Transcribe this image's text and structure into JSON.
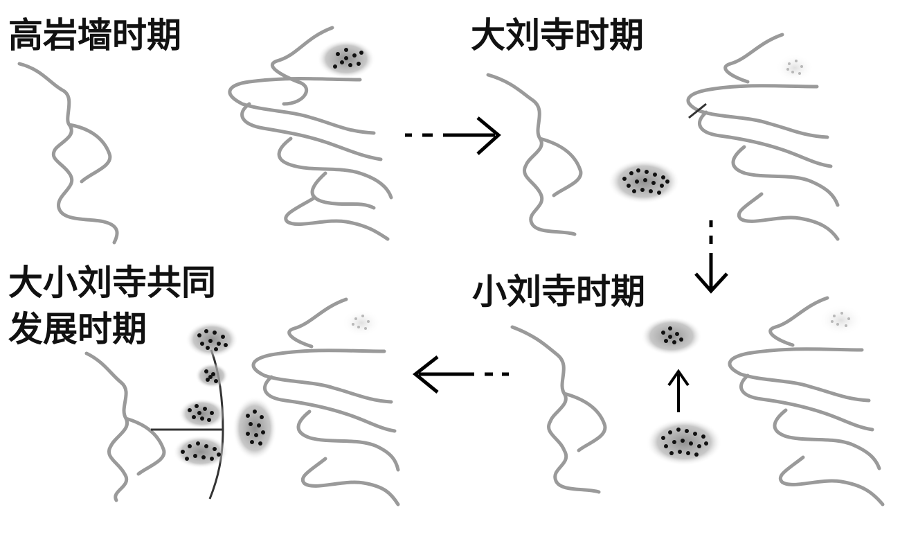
{
  "panels": [
    {
      "id": "p1",
      "label_lines": [
        "高岩墙时期"
      ]
    },
    {
      "id": "p2",
      "label_lines": [
        "大刘寺时期"
      ]
    },
    {
      "id": "p3",
      "label_lines": [
        "小刘寺时期"
      ]
    },
    {
      "id": "p4",
      "label_lines": [
        "大小刘寺共同",
        "发展时期"
      ]
    }
  ],
  "colors": {
    "river": "#9a9a9a",
    "settlement_dot": "#111111",
    "settlement_halo": "#8a8a8a",
    "arrow": "#000000"
  },
  "settlements": [
    {
      "panel": "p1",
      "name": "settlement-high-rock-wall",
      "density": "strong",
      "dots": 9
    },
    {
      "panel": "p2",
      "name": "settlement-faded-origin",
      "density": "faint",
      "dots": 10
    },
    {
      "panel": "p2",
      "name": "settlement-da-liu-si",
      "density": "strong",
      "dots": 22
    },
    {
      "panel": "p3",
      "name": "settlement-faded-origin",
      "density": "faint",
      "dots": 10
    },
    {
      "panel": "p3",
      "name": "settlement-xiao-liu-si",
      "density": "strong",
      "dots": 7
    },
    {
      "panel": "p3",
      "name": "settlement-da-liu-si",
      "density": "strong",
      "dots": 22
    },
    {
      "panel": "p4",
      "name": "settlement-faded-origin",
      "density": "faint",
      "dots": 10
    },
    {
      "panel": "p4",
      "name": "settlement-cluster-top",
      "density": "strong",
      "dots": 12
    },
    {
      "panel": "p4",
      "name": "settlement-cluster-mid",
      "density": "strong",
      "dots": 5
    },
    {
      "panel": "p4",
      "name": "settlement-cluster-lower",
      "density": "strong",
      "dots": 9
    },
    {
      "panel": "p4",
      "name": "settlement-cluster-bottom",
      "density": "strong",
      "dots": 12
    },
    {
      "panel": "p4",
      "name": "settlement-cluster-east",
      "density": "strong",
      "dots": 10
    }
  ],
  "flow_arrows": [
    {
      "from": "p1",
      "to": "p2",
      "direction": "right"
    },
    {
      "from": "p2",
      "to": "p3",
      "direction": "down"
    },
    {
      "from": "p3",
      "to": "p4",
      "direction": "left"
    }
  ]
}
